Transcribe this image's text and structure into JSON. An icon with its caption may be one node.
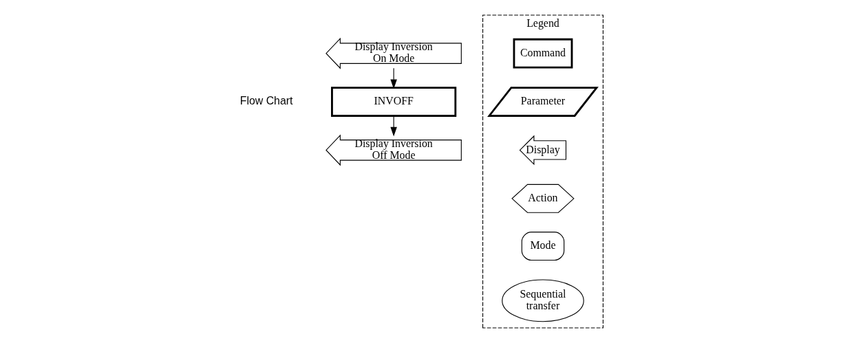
{
  "diagram": {
    "nodes": [
      {
        "text": [
          "Display Inversion On Mode"
        ]
      },
      {
        "text": [
          "INVOFF"
        ]
      },
      {
        "text": [
          "Display Inversion Off Mode"
        ]
      },
      {
        "text": [
          "Legend"
        ]
      },
      {
        "text": [
          "Command"
        ],
        "in": 3
      },
      {
        "text": [
          "Parameter"
        ],
        "in": 3
      },
      {
        "text": [
          "Display"
        ],
        "in": 3
      },
      {
        "text": [
          "Action"
        ],
        "in": 3
      },
      {
        "text": [
          "Mode"
        ],
        "in": 3
      },
      {
        "text": [
          "Sequential transfer"
        ],
        "in": 3
      }
    ],
    "edges": [
      {
        "from": 0,
        "to": 1,
        "arrow": "to"
      },
      {
        "from": 1,
        "to": 2,
        "arrow": "to"
      }
    ],
    "labels": [
      "Flow Chart"
    ]
  }
}
